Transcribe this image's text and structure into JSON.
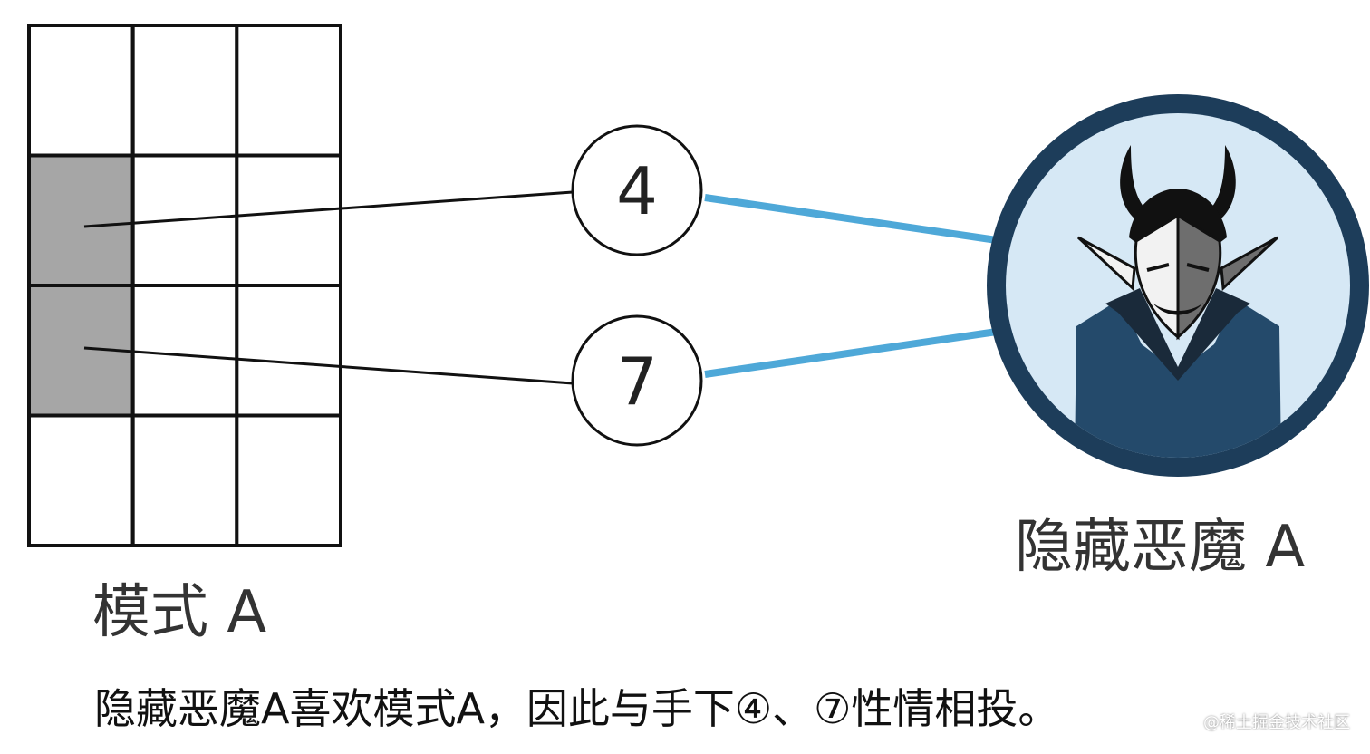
{
  "colors": {
    "cell_border": "#111111",
    "cell_fill": "#ffffff",
    "cell_highlight": "#a6a6a6",
    "node_border": "#111111",
    "connector_black": "#111111",
    "connector_blue": "#4ea8d8",
    "avatar_bg": "#1d3d5a",
    "avatar_inner": "#d6e8f5",
    "avatar_cloak": "#244a6b",
    "face_light": "#f2f2f2",
    "face_dark": "#6e6e6e"
  },
  "pattern": {
    "label": "模式 A",
    "rows": 4,
    "cols": 3,
    "highlighted_cells": [
      [
        1,
        0
      ],
      [
        2,
        0
      ]
    ]
  },
  "nodes": [
    {
      "id": "n4",
      "label": "4"
    },
    {
      "id": "n7",
      "label": "7"
    }
  ],
  "demon": {
    "label": "隐藏恶魔 A",
    "icon": "demon-icon"
  },
  "caption": "隐藏恶魔A喜欢模式A，因此与手下④、⑦性情相投。",
  "watermark": "@稀土掘金技术社区"
}
